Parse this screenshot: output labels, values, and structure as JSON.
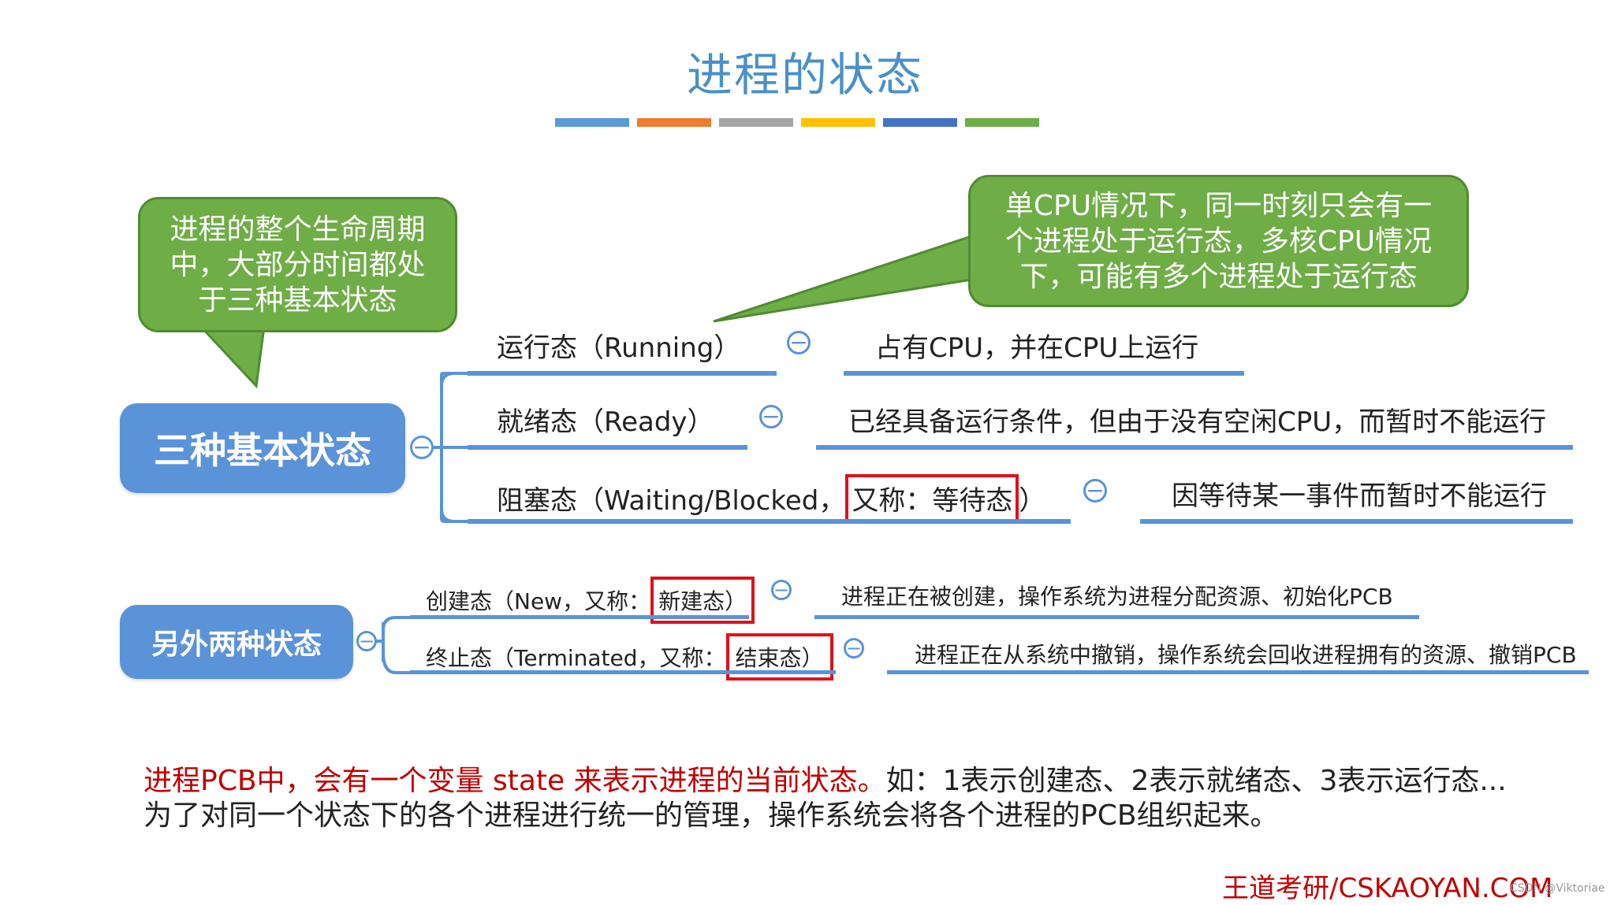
{
  "title": "进程的状态",
  "colors": {
    "title": "#4a90c8",
    "bars": [
      "#5b9bd5",
      "#ed7d31",
      "#a5a5a5",
      "#ffc000",
      "#4472c4",
      "#70ad47"
    ],
    "bubble": "#6fad47",
    "node": "#5b93d8",
    "line": "#5b93d8",
    "highlight_box": "#e0101c",
    "accent_text": "#c00000"
  },
  "callouts": {
    "left": [
      "进程的整个生命周期",
      "中，大部分时间都处",
      "于三种基本状态"
    ],
    "right": [
      "单CPU情况下，同一时刻只会有一",
      "个进程处于运行态，多核CPU情况",
      "下，可能有多个进程处于运行态"
    ]
  },
  "basic": {
    "root": "三种基本状态",
    "states": [
      {
        "label": "运行态（Running）",
        "desc": "占有CPU，并在CPU上运行"
      },
      {
        "label": "就绪态（Ready）",
        "desc": "已经具备运行条件，但由于没有空闲CPU，而暂时不能运行"
      },
      {
        "label_prefix": "阻塞态（Waiting/Blocked，",
        "label_boxed": "又称：等待态",
        "label_suffix": "）",
        "desc": "因等待某一事件而暂时不能运行"
      }
    ]
  },
  "other": {
    "root": "另外两种状态",
    "states": [
      {
        "label_prefix": "创建态（New，又称：",
        "label_boxed": "新建态）",
        "desc": "进程正在被创建，操作系统为进程分配资源、初始化PCB"
      },
      {
        "label_prefix": "终止态（Terminated，又称：",
        "label_boxed": "结束态）",
        "desc": "进程正在从系统中撤销，操作系统会回收进程拥有的资源、撤销PCB"
      }
    ]
  },
  "notes": {
    "line1_red": "进程PCB中，会有一个变量 state 来表示进程的当前状态。",
    "line1_black": "如：1表示创建态、2表示就绪态、3表示运行态...",
    "line2": "为了对同一个状态下的各个进程进行统一的管理，操作系统会将各个进程的PCB组织起来。"
  },
  "footer": {
    "brand": "王道考研/CSKAOYAN.COM",
    "watermark": "CSDN @Viktoriae"
  }
}
